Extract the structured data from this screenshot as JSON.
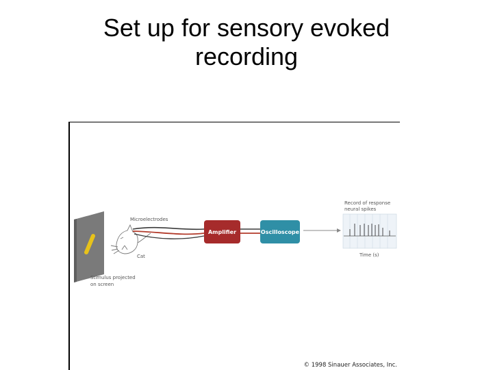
{
  "slide": {
    "title_line1": "Set up for sensory evoked",
    "title_line2": "recording"
  },
  "diagram": {
    "stimulus_label_line1": "Stimulus projected",
    "stimulus_label_line2": "on screen",
    "microelectrodes_label": "Microelectrodes",
    "cat_label": "Cat",
    "amplifier_label": "Amplifier",
    "oscilloscope_label": "Oscilloscope",
    "record_label_line1": "Record of response",
    "record_label_line2": "neural spikes",
    "time_label": "Time (s)",
    "copyright": "© 1998 Sinauer Associates, Inc.",
    "colors": {
      "screen": "#7a7a7a",
      "stimulus_bar": "#e7c21a",
      "amplifier": "#a62b2b",
      "oscilloscope": "#2f8fa6",
      "wire_red": "#b23a2a",
      "wire_dark": "#3a3a3a"
    }
  }
}
